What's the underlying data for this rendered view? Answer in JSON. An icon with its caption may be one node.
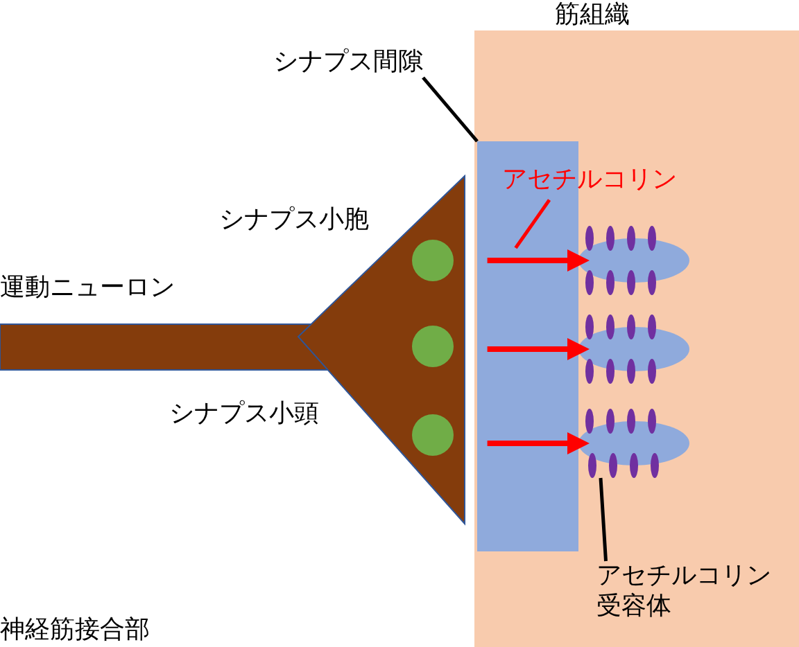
{
  "diagram": {
    "nodes": [
      {
        "text": [
          "シナプス間隙"
        ]
      },
      {
        "text": [],
        "shape": "box"
      },
      {
        "text": [
          "アセチルコリン"
        ]
      },
      {
        "text": [
          "アセチルコリン受容体"
        ]
      },
      {
        "text": [],
        "shape": "ellipse"
      },
      {
        "text": [],
        "shape": "ellipse"
      },
      {
        "text": [],
        "shape": "ellipse"
      }
    ],
    "edges": [
      {
        "from": 0,
        "to": 1,
        "arrow": "none",
        "color": "#000000"
      },
      {
        "from": 2,
        "to": 1,
        "arrow": "none"
      },
      {
        "from": 3,
        "to": 6,
        "arrow": "none",
        "color": "#000000"
      },
      {
        "from": 1,
        "to": 4,
        "arrow": "to"
      },
      {
        "from": 1,
        "to": 5,
        "arrow": "to"
      },
      {
        "from": 1,
        "to": 6,
        "arrow": "to"
      }
    ],
    "labels": [
      "筋組織",
      "シナプス小胞",
      "運動ニューロン",
      "シナプス小頭",
      "神経筋接合部"
    ]
  }
}
